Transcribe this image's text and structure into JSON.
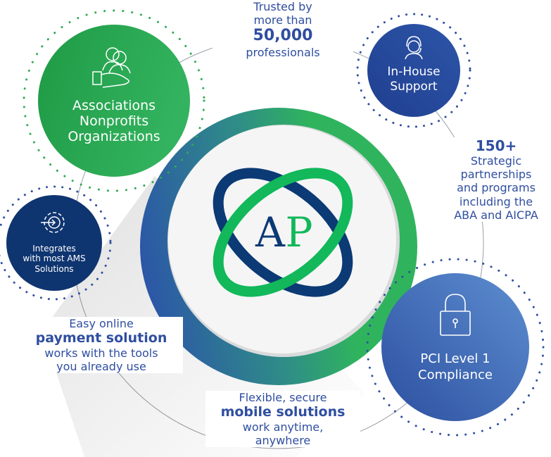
{
  "logo": {
    "letters": "AP",
    "letter_a": "A",
    "letter_p": "P"
  },
  "nodes": {
    "associations": {
      "lines": [
        "Associations",
        "Nonprofits",
        "Organizations"
      ],
      "icon": "people-hand-icon"
    },
    "integrates": {
      "lines": [
        "Integrates",
        "with most AMS",
        "Solutions"
      ],
      "icon": "gear-arrow-icon"
    },
    "support": {
      "lines": [
        "In-House",
        "Support"
      ],
      "icon": "headset-icon"
    },
    "pci": {
      "lines": [
        "PCI Level 1",
        "Compliance"
      ],
      "icon": "padlock-icon"
    }
  },
  "callouts": {
    "trusted": {
      "l1": "Trusted by",
      "l2": "more than",
      "l3": "50,000",
      "l4": "professionals"
    },
    "partnerships": {
      "l1": "150+",
      "l2": "Strategic",
      "l3": "partnerships",
      "l4": "and programs",
      "l5": "including the",
      "l6": "ABA and AICPA"
    },
    "payment": {
      "l1": "Easy online",
      "l2": "payment solution",
      "l3": "works with the tools",
      "l4": "you already use"
    },
    "mobile": {
      "l1": "Flexible, secure",
      "l2": "mobile solutions",
      "l3": "work anytime,",
      "l4": "anywhere"
    }
  },
  "colors": {
    "green": "#2eaa55",
    "navy": "#0f3570",
    "blue": "#2f4ea0",
    "logo_navy": "#0b3a75",
    "logo_green": "#12b85a"
  }
}
